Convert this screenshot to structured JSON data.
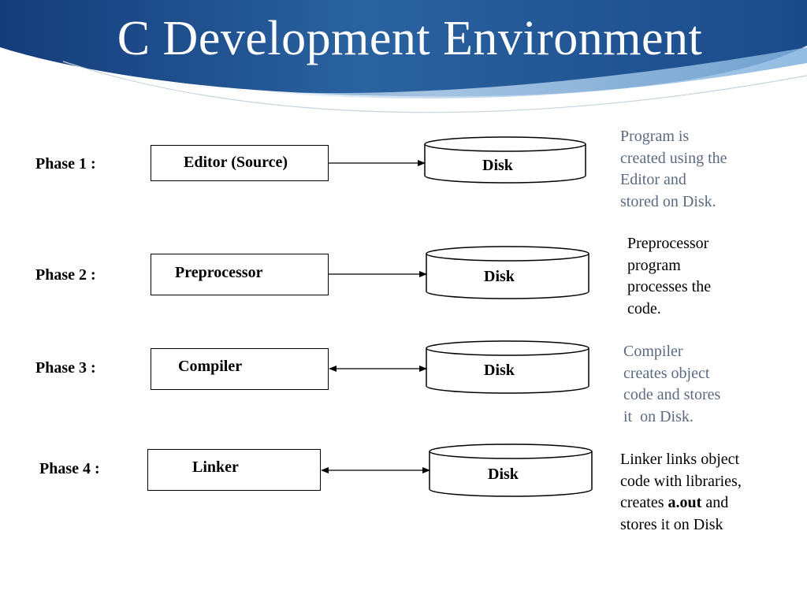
{
  "title": "C Development Environment",
  "colors": {
    "header_dark": "#153f7e",
    "header_mid": "#2f6aa5",
    "header_light": "#a9c9e4",
    "grey_text": "#5b6a7f"
  },
  "phases": [
    {
      "label": "Phase 1 :",
      "box": "Editor (Source)",
      "disk": "Disk",
      "arrow": "right",
      "description": [
        "Program is",
        "created using the",
        "Editor and",
        "stored on Disk."
      ]
    },
    {
      "label": "Phase 2 :",
      "box": "Preprocessor",
      "disk": "Disk",
      "arrow": "right",
      "description": [
        "Preprocessor",
        "program",
        "processes the",
        "code."
      ]
    },
    {
      "label": "Phase 3 :",
      "box": "Compiler",
      "disk": "Disk",
      "arrow": "both",
      "description": [
        "Compiler",
        "creates object",
        "code and stores",
        "it  on Disk."
      ]
    },
    {
      "label": "Phase 4 :",
      "box": "Linker",
      "disk": "Disk",
      "arrow": "both",
      "description": {
        "line1": "Linker links object",
        "line2": "code with libraries,",
        "line3_prefix": "creates ",
        "line3_bold": "a.out",
        "line3_suffix": " and",
        "line4": "stores it on Disk"
      }
    }
  ]
}
